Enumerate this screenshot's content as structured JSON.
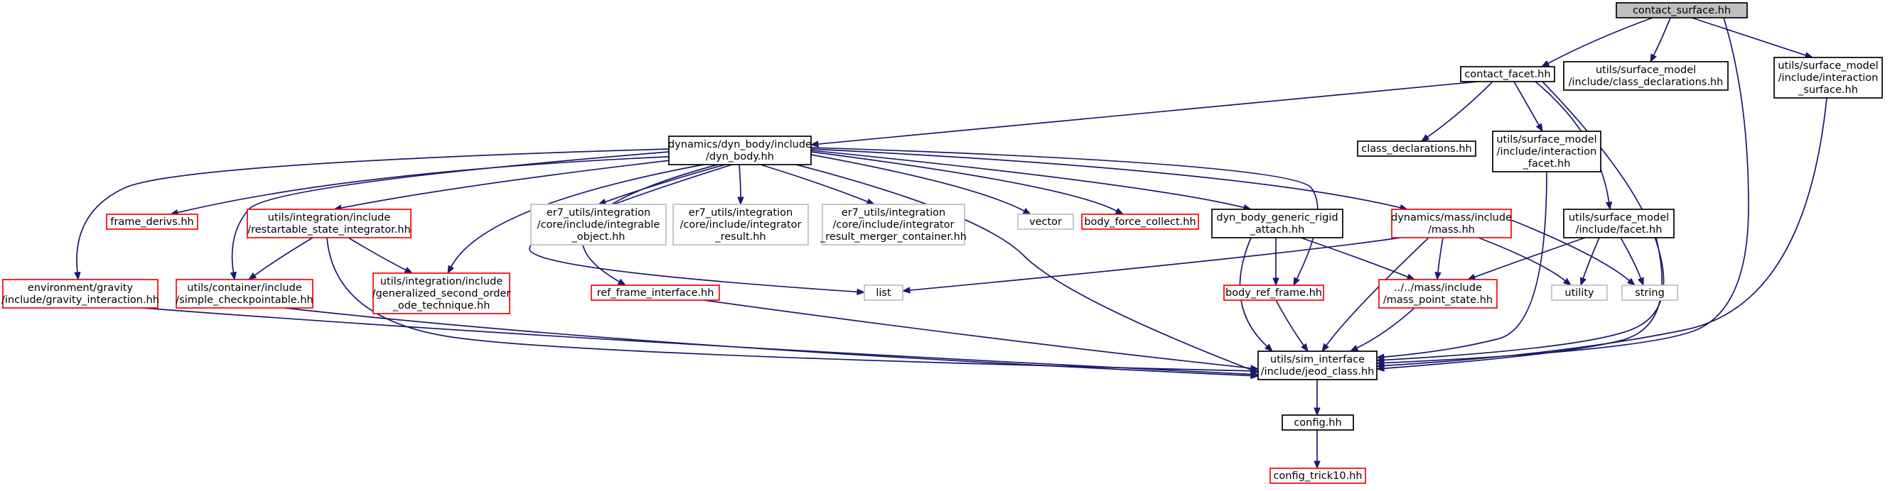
{
  "colors": {
    "edge": "#191970",
    "root_fill": "#bfbfbf",
    "node_fill": "#ffffff",
    "documented_border": "#000000",
    "truncated_border": "#ff0000",
    "system_border": "#bfbfbf"
  },
  "nodes": [
    {
      "id": "contact_surface",
      "kind": "root",
      "lines": [
        "contact_surface.hh"
      ]
    },
    {
      "id": "contact_facet",
      "kind": "documented",
      "lines": [
        "contact_facet.hh"
      ]
    },
    {
      "id": "sm_class_declarations",
      "kind": "documented",
      "lines": [
        "utils/surface_model",
        "/include/class_declarations.hh"
      ]
    },
    {
      "id": "sm_interaction_surface",
      "kind": "documented",
      "lines": [
        "utils/surface_model",
        "/include/interaction",
        "_surface.hh"
      ]
    },
    {
      "id": "dyn_body",
      "kind": "documented",
      "lines": [
        "dynamics/dyn_body/include",
        "/dyn_body.hh"
      ]
    },
    {
      "id": "class_declarations",
      "kind": "documented",
      "lines": [
        "class_declarations.hh"
      ]
    },
    {
      "id": "sm_interaction_facet",
      "kind": "documented",
      "lines": [
        "utils/surface_model",
        "/include/interaction",
        "_facet.hh"
      ]
    },
    {
      "id": "frame_derivs",
      "kind": "truncated",
      "lines": [
        "frame_derivs.hh"
      ]
    },
    {
      "id": "restartable_state_integrator",
      "kind": "truncated",
      "lines": [
        "utils/integration/include",
        "/restartable_state_integrator.hh"
      ]
    },
    {
      "id": "integrable_object",
      "kind": "system",
      "lines": [
        "er7_utils/integration",
        "/core/include/integrable",
        "_object.hh"
      ]
    },
    {
      "id": "integrator_result",
      "kind": "system",
      "lines": [
        "er7_utils/integration",
        "/core/include/integrator",
        "_result.hh"
      ]
    },
    {
      "id": "integrator_result_merger",
      "kind": "system",
      "lines": [
        "er7_utils/integration",
        "/core/include/integrator",
        "_result_merger_container.hh"
      ]
    },
    {
      "id": "vector",
      "kind": "system",
      "lines": [
        "vector"
      ]
    },
    {
      "id": "body_force_collect",
      "kind": "truncated",
      "lines": [
        "body_force_collect.hh"
      ]
    },
    {
      "id": "dyn_body_generic_rigid_attach",
      "kind": "documented",
      "lines": [
        "dyn_body_generic_rigid",
        "_attach.hh"
      ]
    },
    {
      "id": "mass",
      "kind": "truncated",
      "lines": [
        "dynamics/mass/include",
        "/mass.hh"
      ]
    },
    {
      "id": "sm_facet",
      "kind": "documented",
      "lines": [
        "utils/surface_model",
        "/include/facet.hh"
      ]
    },
    {
      "id": "gravity_interaction",
      "kind": "truncated",
      "lines": [
        "environment/gravity",
        "/include/gravity_interaction.hh"
      ]
    },
    {
      "id": "simple_checkpointable",
      "kind": "truncated",
      "lines": [
        "utils/container/include",
        "/simple_checkpointable.hh"
      ]
    },
    {
      "id": "generalized_second_order",
      "kind": "truncated",
      "lines": [
        "utils/integration/include",
        "/generalized_second_order",
        "_ode_technique.hh"
      ]
    },
    {
      "id": "ref_frame_interface",
      "kind": "truncated",
      "lines": [
        "ref_frame_interface.hh"
      ]
    },
    {
      "id": "list",
      "kind": "system",
      "lines": [
        "list"
      ]
    },
    {
      "id": "body_ref_frame",
      "kind": "truncated",
      "lines": [
        "body_ref_frame.hh"
      ]
    },
    {
      "id": "mass_point_state",
      "kind": "truncated",
      "lines": [
        "../../mass/include",
        "/mass_point_state.hh"
      ]
    },
    {
      "id": "utility",
      "kind": "system",
      "lines": [
        "utility"
      ]
    },
    {
      "id": "string",
      "kind": "system",
      "lines": [
        "string"
      ]
    },
    {
      "id": "jeod_class",
      "kind": "documented",
      "lines": [
        "utils/sim_interface",
        "/include/jeod_class.hh"
      ]
    },
    {
      "id": "config",
      "kind": "documented",
      "lines": [
        "config.hh"
      ]
    },
    {
      "id": "config_trick10",
      "kind": "truncated",
      "lines": [
        "config_trick10.hh"
      ]
    }
  ]
}
